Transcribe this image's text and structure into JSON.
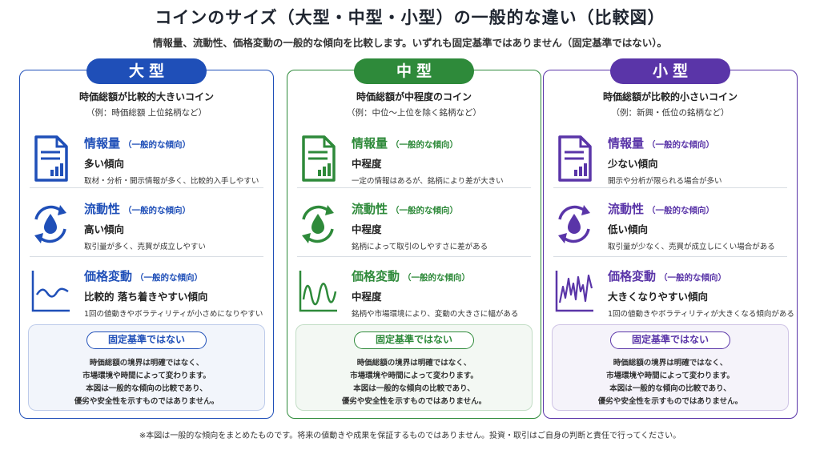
{
  "title": "コインのサイズ（大型・中型・小型）の一般的な違い（比較図）",
  "subtitle": "情報量、流動性、価格変動の一般的な傾向を比較します。いずれも固定基準ではありません（固定基準ではない）。",
  "footnote": "※本図は一般的な傾向をまとめたものです。将来の値動きや成果を保証するものではありません。投資・取引はご自身の判断と責任で行ってください。",
  "section_note": "（一般的な傾向）",
  "columns": [
    {
      "label": "大型",
      "color": "#1f4fb8",
      "desc": "時価総額が比較的大きいコイン",
      "example": "（例：時価総額 上位銘柄など）",
      "info": {
        "title": "情報量",
        "level": "多い傾向",
        "detail": "取材・分析・開示情報が多く、比較的入手しやすい",
        "icon": "document-chart-icon"
      },
      "liquidity": {
        "title": "流動性",
        "level": "高い傾向",
        "detail": "取引量が多く、売買が成立しやすい",
        "icon": "liquidity-cycle-icon"
      },
      "volatility": {
        "title": "価格変動",
        "level": "比較的 落ち着きやすい傾向",
        "detail": "1回の値動きやボラティリティが小さめになりやすい",
        "icon": "gentle-wave-chart-icon"
      },
      "box": {
        "label": "固定基準ではない",
        "lines": [
          "時価総額の境界は明確ではなく、",
          "市場環境や時間によって変わります。",
          "本図は一般的な傾向の比較であり、",
          "優劣や安全性を示すものではありません。"
        ]
      }
    },
    {
      "label": "中型",
      "color": "#2e8a3a",
      "desc": "時価総額が中程度のコイン",
      "example": "（例：中位〜上位を除く銘柄など）",
      "info": {
        "title": "情報量",
        "level": "中程度",
        "detail": "一定の情報はあるが、銘柄により差が大きい",
        "icon": "document-chart-icon"
      },
      "liquidity": {
        "title": "流動性",
        "level": "中程度",
        "detail": "銘柄によって取引のしやすさに差がある",
        "icon": "liquidity-cycle-icon"
      },
      "volatility": {
        "title": "価格変動",
        "level": "中程度",
        "detail": "銘柄や市場環境により、変動の大きさに幅がある",
        "icon": "medium-wave-chart-icon"
      },
      "box": {
        "label": "固定基準ではない",
        "lines": [
          "時価総額の境界は明確ではなく、",
          "市場環境や時間によって変わります。",
          "本図は一般的な傾向の比較であり、",
          "優劣や安全性を示すものではありません。"
        ]
      }
    },
    {
      "label": "小型",
      "color": "#5a35a8",
      "desc": "時価総額が比較的小さいコイン",
      "example": "（例：新興・低位の銘柄など）",
      "info": {
        "title": "情報量",
        "level": "少ない傾向",
        "detail": "開示や分析が限られる場合が多い",
        "icon": "document-chart-icon"
      },
      "liquidity": {
        "title": "流動性",
        "level": "低い傾向",
        "detail": "取引量が少なく、売買が成立しにくい場合がある",
        "icon": "liquidity-cycle-icon"
      },
      "volatility": {
        "title": "価格変動",
        "level": "大きくなりやすい傾向",
        "detail": "1回の値動きやボラティリティが大きくなる傾向がある",
        "icon": "jagged-wave-chart-icon"
      },
      "box": {
        "label": "固定基準ではない",
        "lines": [
          "時価総額の境界は明確ではなく、",
          "市場環境や時間によって変わります。",
          "本図は一般的な傾向の比較であり、",
          "優劣や安全性を示すものではありません。"
        ]
      }
    }
  ]
}
